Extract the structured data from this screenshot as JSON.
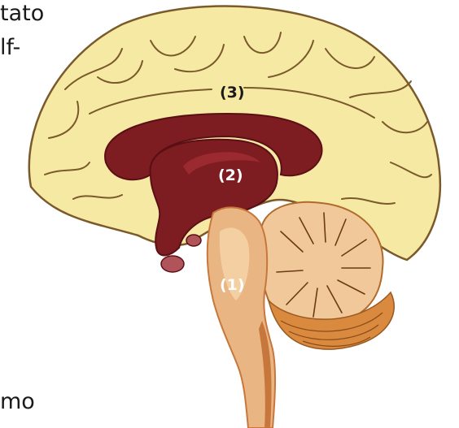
{
  "text_fragments": [
    "tato",
    "lf-",
    "mo"
  ],
  "labels": {
    "brainstem": "(1)",
    "limbic": "(2)",
    "cortex": "(3)"
  },
  "colors": {
    "cortex_fill": "#f6e9a4",
    "cortex_stroke": "#7a5a2a",
    "limbic_fill": "#7d1d22",
    "limbic_dark": "#5a0f14",
    "brainstem_fill": "#e8b583",
    "brainstem_dark": "#c8773c",
    "cerebellum_fill": "#f0c89a",
    "cerebellum_folia": "#d98a3e",
    "label_light": "#ffffff",
    "label_dark": "#1a1a1a"
  }
}
